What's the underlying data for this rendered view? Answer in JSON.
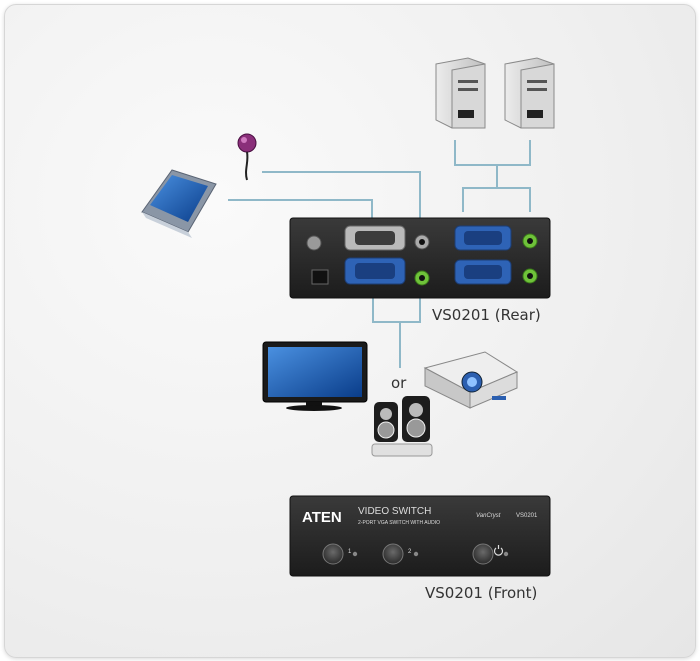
{
  "rear_caption": "VS0201 (Rear)",
  "front_caption": "VS0201 (Front)",
  "or_text": "or",
  "front_panel": {
    "brand": "ATEN",
    "product": "VIDEO SWITCH",
    "subtitle": "2-PORT VGA SWITCH WITH AUDIO",
    "vancryst": "VanCryst",
    "model": "VS0201",
    "button_1_label": "1",
    "button_2_label": "2"
  },
  "colors": {
    "cable": "#8fb8c8",
    "device_body": "#2b2b2b",
    "vga_blue": "#2e63b6",
    "audio_green": "#6fc23a"
  },
  "icons": [
    "pc-tower-icon",
    "pc-tower-icon",
    "touchscreen-icon",
    "rs232-controller-icon",
    "tv-icon",
    "projector-icon",
    "speakers-icon",
    "power-icon"
  ]
}
